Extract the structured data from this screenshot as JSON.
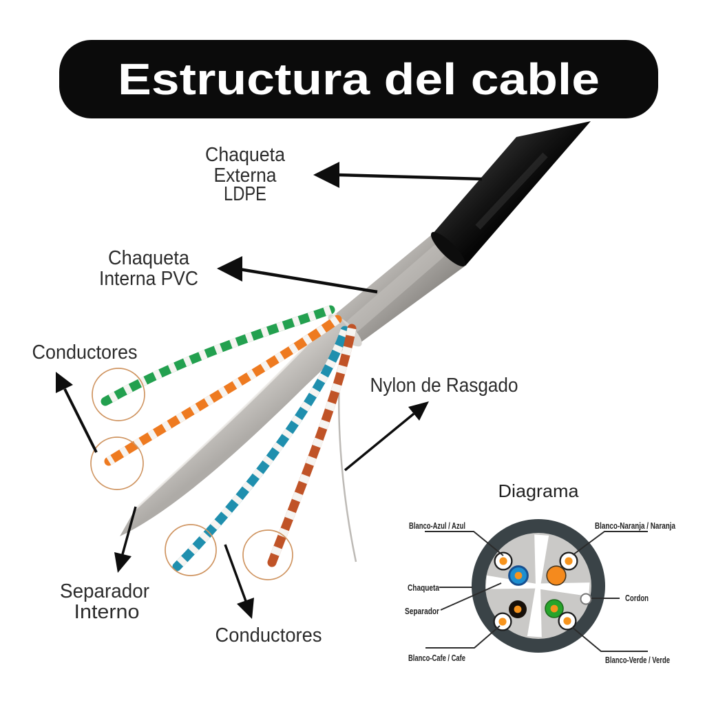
{
  "title": "Estructura del cable",
  "cable_labels": {
    "chaqueta_externa_1": "Chaqueta",
    "chaqueta_externa_2": "Externa",
    "chaqueta_externa_3": "LDPE",
    "chaqueta_interna_1": "Chaqueta",
    "chaqueta_interna_2": "Interna PVC",
    "conductores_top": "Conductores",
    "nylon_rasgado": "Nylon de Rasgado",
    "separador_interno_1": "Separador",
    "separador_interno_2": "Interno",
    "conductores_bottom": "Conductores"
  },
  "diagram": {
    "title": "Diagrama",
    "labels": {
      "blanco_azul": "Blanco-Azul / Azul",
      "blanco_naranja": "Blanco-Naranja / Naranja",
      "chaqueta": "Chaqueta",
      "cordon": "Cordon",
      "separador": "Separador",
      "blanco_cafe": "Blanco-Cafe / Cafe",
      "blanco_verde": "Blanco-Verde / Verde"
    }
  },
  "colors": {
    "banner_bg": "#0b0b0b",
    "banner_text": "#ffffff",
    "label_text": "#2b2b2b",
    "outer_jacket_black": "#161616",
    "inner_jacket_gray": "#a6a39f",
    "separator_ribbon": "#c2bfbb",
    "nylon_thread": "#bdbab6",
    "pair_green": "#23a04f",
    "pair_orange": "#ee7a20",
    "pair_blue": "#1f8fae",
    "pair_brown": "#c05327",
    "highlight_ring": "#cf9460",
    "diagram_jacket_ring": "#3a4347",
    "diagram_inner_fill": "#cac9c7",
    "conductor_center_orange": "#f7941d",
    "azul_fill": "#1e8fd0",
    "naranja_fill": "#f58a1d",
    "verde_fill": "#27a42b",
    "cafe_fill": "#17100a"
  }
}
